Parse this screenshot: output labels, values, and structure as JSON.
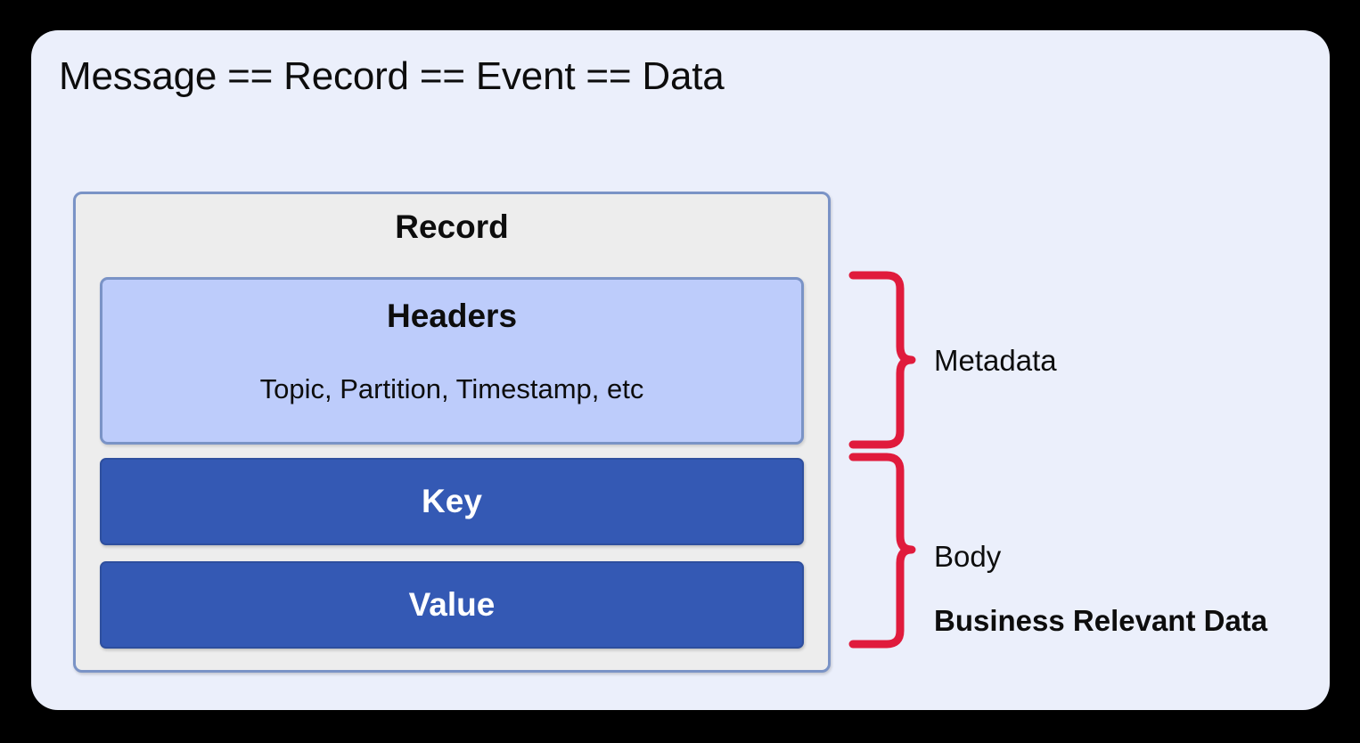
{
  "slide": {
    "title": "Message == Record == Event == Data",
    "background_color": "#EBEFFB",
    "outer_color": "#000000"
  },
  "record": {
    "title": "Record",
    "fill_color": "#EDEDED",
    "border_color": "#7A93C6",
    "sections": {
      "headers": {
        "title": "Headers",
        "subtitle": "Topic, Partition, Timestamp, etc",
        "fill_color": "#BDCCFB",
        "border_color": "#7A93C6"
      },
      "key": {
        "label": "Key",
        "fill_color": "#3459B4",
        "text_color": "#FFFFFF"
      },
      "value": {
        "label": "Value",
        "fill_color": "#3459B4",
        "text_color": "#FFFFFF"
      }
    }
  },
  "annotations": {
    "brace_color": "#E01B3C",
    "metadata": {
      "label": "Metadata",
      "covers": "Headers"
    },
    "body": {
      "label": "Body",
      "sublabel": "Business Relevant Data",
      "covers": "Key, Value"
    }
  }
}
